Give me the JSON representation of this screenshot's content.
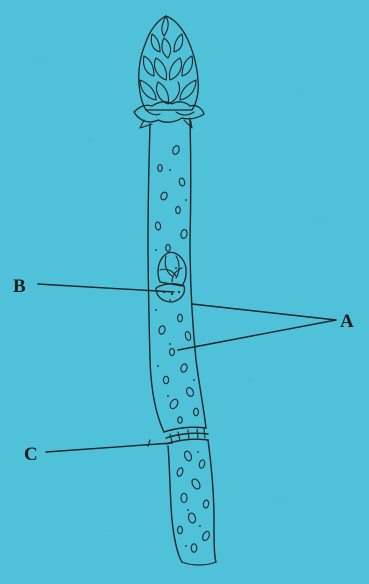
{
  "diagram": {
    "subject": "twig",
    "background_color": "#4fc2d9",
    "ink_color": "#1f2526",
    "labels": {
      "A": "A",
      "B": "B",
      "C": "C"
    }
  }
}
